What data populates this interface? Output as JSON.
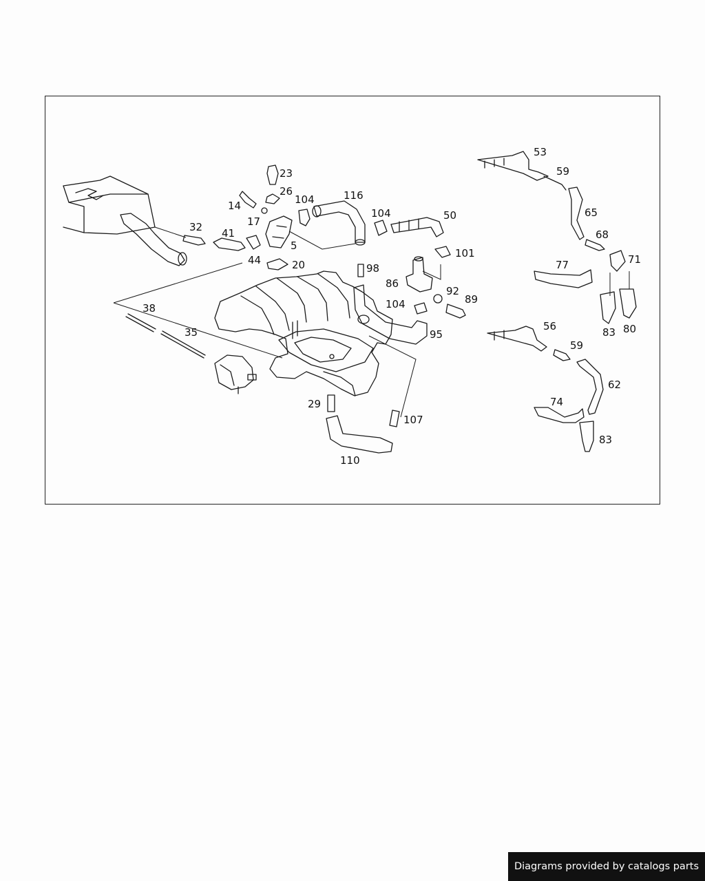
{
  "diagram": {
    "part_labels": [
      {
        "id": "p53",
        "text": "53"
      },
      {
        "id": "p59a",
        "text": "59"
      },
      {
        "id": "p23",
        "text": "23"
      },
      {
        "id": "p26",
        "text": "26"
      },
      {
        "id": "p14",
        "text": "14"
      },
      {
        "id": "p104a",
        "text": "104"
      },
      {
        "id": "p116",
        "text": "116"
      },
      {
        "id": "p104b",
        "text": "104"
      },
      {
        "id": "p50",
        "text": "50"
      },
      {
        "id": "p65",
        "text": "65"
      },
      {
        "id": "p17",
        "text": "17"
      },
      {
        "id": "p32",
        "text": "32"
      },
      {
        "id": "p41",
        "text": "41"
      },
      {
        "id": "p5",
        "text": "5"
      },
      {
        "id": "p68",
        "text": "68"
      },
      {
        "id": "p44",
        "text": "44"
      },
      {
        "id": "p20",
        "text": "20"
      },
      {
        "id": "p98",
        "text": "98"
      },
      {
        "id": "p101",
        "text": "101"
      },
      {
        "id": "p71",
        "text": "71"
      },
      {
        "id": "p77",
        "text": "77"
      },
      {
        "id": "p86",
        "text": "86"
      },
      {
        "id": "p92",
        "text": "92"
      },
      {
        "id": "p89",
        "text": "89"
      },
      {
        "id": "p104c",
        "text": "104"
      },
      {
        "id": "p38",
        "text": "38"
      },
      {
        "id": "p56",
        "text": "56"
      },
      {
        "id": "p95",
        "text": "95"
      },
      {
        "id": "p83a",
        "text": "83"
      },
      {
        "id": "p80",
        "text": "80"
      },
      {
        "id": "p35",
        "text": "35"
      },
      {
        "id": "p59b",
        "text": "59"
      },
      {
        "id": "p62",
        "text": "62"
      },
      {
        "id": "p74",
        "text": "74"
      },
      {
        "id": "p29",
        "text": "29"
      },
      {
        "id": "p107",
        "text": "107"
      },
      {
        "id": "p83b",
        "text": "83"
      },
      {
        "id": "p110",
        "text": "110"
      }
    ]
  },
  "footer": {
    "credit": "Diagrams provided by catalogs parts"
  }
}
